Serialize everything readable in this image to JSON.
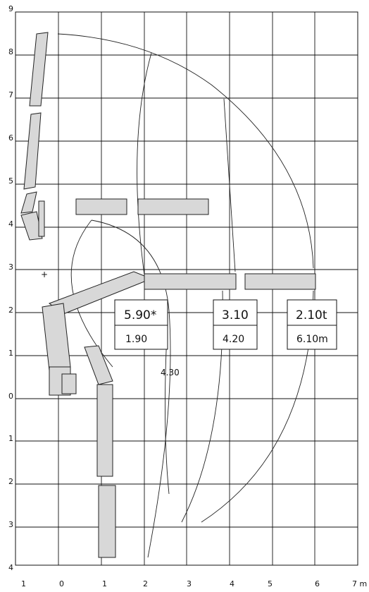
{
  "y_ticks": [
    "9",
    "8",
    "7",
    "6",
    "5",
    "4",
    "3",
    "2",
    "1",
    "0",
    "1",
    "2",
    "3",
    "4"
  ],
  "x_ticks": [
    "1",
    "0",
    "1",
    "2",
    "3",
    "4",
    "5",
    "6",
    "7 m"
  ],
  "load_boxes": [
    {
      "load": "5.90*",
      "reach": "1.90"
    },
    {
      "load": "3.10",
      "reach": "4.20"
    },
    {
      "load": "2.10t",
      "reach": "6.10m"
    }
  ],
  "extra_label": "4.30",
  "colors": {
    "grid": "#111111",
    "boom_fill": "#d8d8d8",
    "line": "#222222",
    "background": "#ffffff"
  }
}
